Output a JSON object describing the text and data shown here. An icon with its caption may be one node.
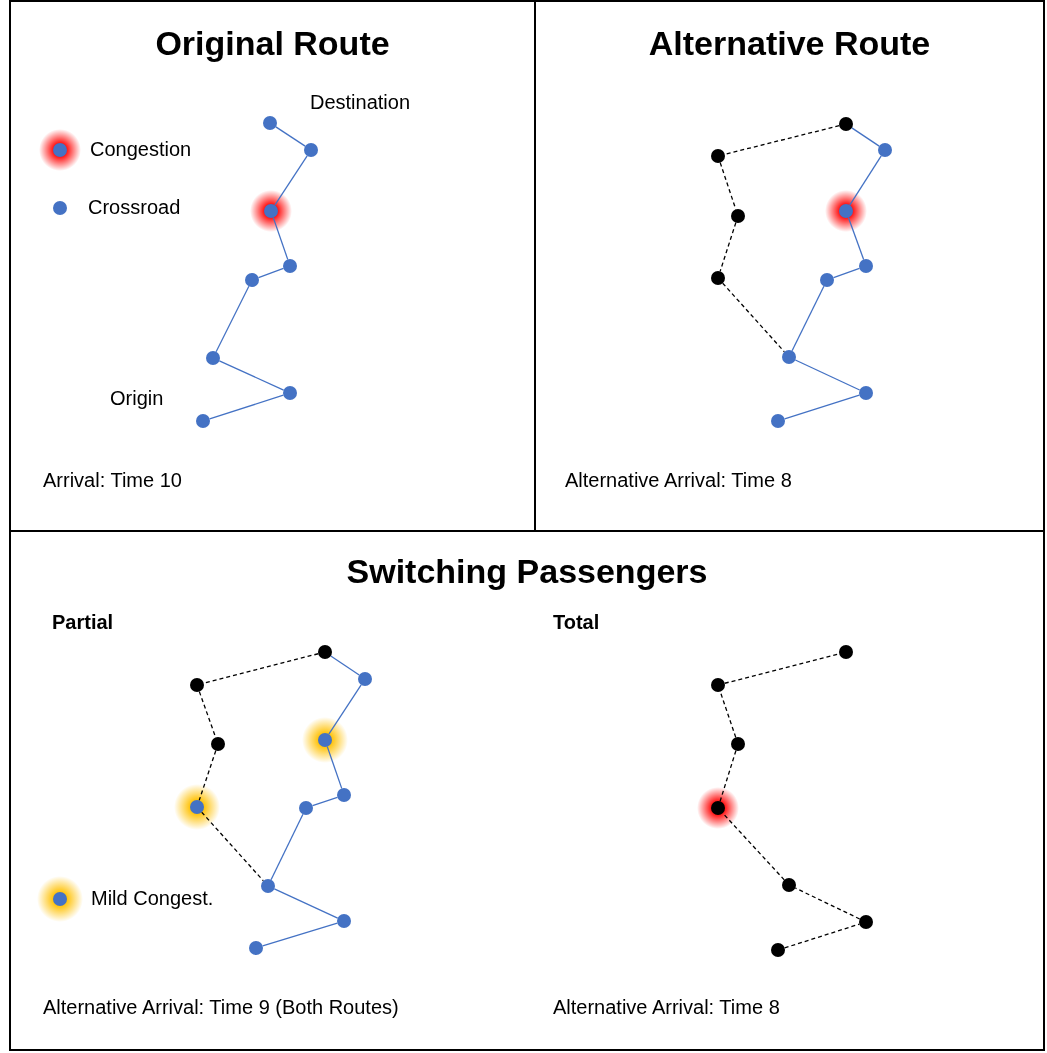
{
  "diagram": {
    "nodes": [
      {
        "text": [
          "Original Route"
        ]
      },
      {
        "text": [
          "Alternative Route"
        ]
      },
      {
        "text": [
          "Switching Passengers"
        ]
      },
      {
        "text": [],
        "shape": "circle",
        "in": 0
      },
      {
        "text": [],
        "shape": "circle",
        "in": 0
      },
      {
        "text": [],
        "shape": "circle",
        "in": 0
      },
      {
        "text": [],
        "shape": "circle",
        "in": 0
      },
      {
        "text": [],
        "shape": "circle",
        "in": 0
      },
      {
        "text": [],
        "shape": "circle",
        "in": 0
      },
      {
        "text": [],
        "shape": "circle",
        "in": 0
      },
      {
        "text": [],
        "shape": "circle",
        "in": 0
      },
      {
        "text": [],
        "shape": "circle",
        "in": 1
      },
      {
        "text": [],
        "shape": "circle",
        "in": 1
      },
      {
        "text": [],
        "shape": "circle",
        "in": 1
      },
      {
        "text": [],
        "shape": "circle",
        "in": 1
      },
      {
        "text": [],
        "shape": "circle",
        "in": 1
      },
      {
        "text": [],
        "shape": "circle",
        "in": 1
      },
      {
        "text": [],
        "shape": "circle",
        "in": 1
      },
      {
        "text": [],
        "shape": "circle",
        "in": 1
      },
      {
        "text": [],
        "shape": "circle",
        "in": 1
      },
      {
        "text": [],
        "shape": "circle",
        "in": 1
      },
      {
        "text": [],
        "shape": "circle",
        "in": 1
      },
      {
        "text": [],
        "shape": "circle",
        "in": 2
      },
      {
        "text": [],
        "shape": "circle",
        "in": 2
      },
      {
        "text": [],
        "shape": "circle",
        "in": 2
      },
      {
        "text": [],
        "shape": "circle",
        "in": 2
      },
      {
        "text": [],
        "shape": "circle",
        "in": 2
      },
      {
        "text": [],
        "shape": "circle",
        "in": 2
      },
      {
        "text": [],
        "shape": "circle",
        "in": 2
      },
      {
        "text": [],
        "shape": "circle",
        "in": 2
      },
      {
        "text": [],
        "shape": "circle",
        "in": 2
      },
      {
        "text": [],
        "shape": "circle",
        "in": 2
      },
      {
        "text": [],
        "shape": "circle",
        "in": 2
      },
      {
        "text": [],
        "shape": "circle",
        "in": 2
      },
      {
        "text": [],
        "shape": "circle",
        "in": 2
      },
      {
        "text": [],
        "shape": "circle",
        "in": 2
      },
      {
        "text": [],
        "shape": "circle",
        "in": 2
      },
      {
        "text": [],
        "shape": "circle",
        "in": 2
      },
      {
        "text": [],
        "shape": "circle",
        "in": 2
      },
      {
        "text": [],
        "shape": "circle",
        "in": 2
      }
    ],
    "edges": [
      {
        "from": 3,
        "to": 4,
        "arrow": "none"
      },
      {
        "from": 4,
        "to": 5,
        "arrow": "none"
      },
      {
        "from": 5,
        "to": 6,
        "arrow": "none"
      },
      {
        "from": 6,
        "to": 7,
        "arrow": "none"
      },
      {
        "from": 7,
        "to": 8,
        "arrow": "none"
      },
      {
        "from": 8,
        "to": 9,
        "arrow": "none"
      },
      {
        "from": 9,
        "to": 10,
        "arrow": "none"
      },
      {
        "from": 11,
        "to": 12,
        "arrow": "none"
      },
      {
        "from": 12,
        "to": 13,
        "arrow": "none"
      },
      {
        "from": 13,
        "to": 14,
        "arrow": "none"
      },
      {
        "from": 14,
        "to": 15,
        "arrow": "none"
      },
      {
        "from": 15,
        "to": 16,
        "arrow": "none"
      },
      {
        "from": 16,
        "to": 17,
        "arrow": "none"
      },
      {
        "from": 17,
        "to": 18,
        "arrow": "none"
      },
      {
        "from": 18,
        "to": 19,
        "arrow": "none",
        "style": "dashed",
        "color": "#000000"
      },
      {
        "from": 19,
        "to": 20,
        "arrow": "none",
        "style": "dashed",
        "color": "#000000"
      },
      {
        "from": 20,
        "to": 21,
        "arrow": "none",
        "style": "dashed",
        "color": "#000000"
      },
      {
        "from": 21,
        "to": 13,
        "arrow": "none",
        "style": "dashed",
        "color": "#000000"
      },
      {
        "from": 22,
        "to": 23,
        "arrow": "none"
      },
      {
        "from": 23,
        "to": 24,
        "arrow": "none"
      },
      {
        "from": 24,
        "to": 25,
        "arrow": "none"
      },
      {
        "from": 25,
        "to": 26,
        "arrow": "none"
      },
      {
        "from": 26,
        "to": 27,
        "arrow": "none"
      },
      {
        "from": 27,
        "to": 28,
        "arrow": "none"
      },
      {
        "from": 28,
        "to": 29,
        "arrow": "none"
      },
      {
        "from": 29,
        "to": 30,
        "arrow": "none",
        "style": "dashed",
        "color": "#000000"
      },
      {
        "from": 30,
        "to": 31,
        "arrow": "none",
        "style": "dashed",
        "color": "#000000"
      },
      {
        "from": 31,
        "to": 32,
        "arrow": "none",
        "style": "dashed",
        "color": "#000000"
      },
      {
        "from": 32,
        "to": 24,
        "arrow": "none",
        "style": "dashed",
        "color": "#000000"
      },
      {
        "from": 33,
        "to": 34,
        "arrow": "none",
        "style": "dashed",
        "color": "#000000"
      },
      {
        "from": 34,
        "to": 35,
        "arrow": "none",
        "style": "dashed",
        "color": "#000000"
      },
      {
        "from": 35,
        "to": 36,
        "arrow": "none",
        "style": "dashed",
        "color": "#000000"
      },
      {
        "from": 36,
        "to": 37,
        "arrow": "none",
        "style": "dashed",
        "color": "#000000"
      },
      {
        "from": 37,
        "to": 38,
        "arrow": "none",
        "style": "dashed",
        "color": "#000000"
      },
      {
        "from": 38,
        "to": 39,
        "arrow": "none",
        "style": "dashed",
        "color": "#000000"
      }
    ],
    "labels": [
      "Destination",
      "Origin",
      "Arrival: Time 10",
      "Alternative Arrival: Time 8",
      "Partial",
      "Total",
      "Alternative Arrival: Time 9 (Both Routes)",
      "Alternative Arrival: Time 8"
    ],
    "legend": [
      {
        "text": "Congestion"
      },
      {
        "text": "Crossroad"
      },
      {
        "text": "Mild Congest."
      }
    ]
  }
}
